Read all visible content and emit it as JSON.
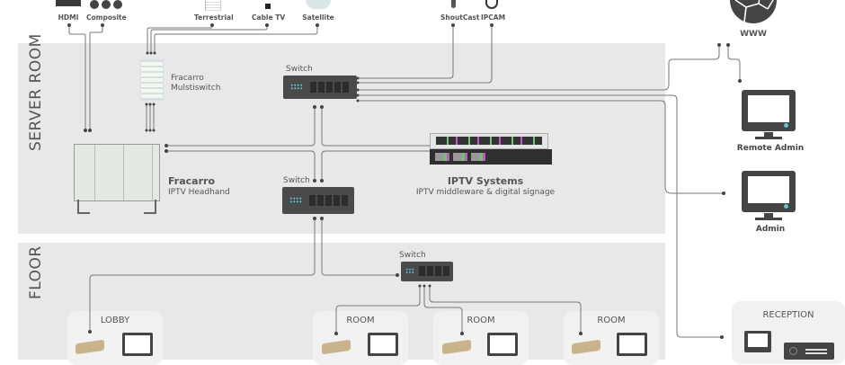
{
  "diagram": {
    "zones": {
      "server_room": "SERVER ROOM",
      "floor": "FLOOR"
    },
    "sources": {
      "hdmi": "HDMI",
      "composite": "Composite",
      "terrestrial": "Terrestrial",
      "cable_tv": "Cable TV",
      "satellite": "Satellite",
      "shoutcast": "ShoutCast",
      "ipcam": "IPCAM",
      "www": "WWW"
    },
    "devices": {
      "multiswitch": {
        "title": "Fracarro",
        "subtitle": "Mulstiswitch"
      },
      "headend": {
        "title": "Fracarro",
        "subtitle": "IPTV Headhand"
      },
      "iptv_systems": {
        "title": "IPTV Systems",
        "subtitle": "IPTV middleware & digital signage"
      },
      "switch_top": "Switch",
      "switch_mid": "Switch",
      "switch_floor": "Switch"
    },
    "clients": {
      "remote_admin": "Remote Admin",
      "admin": "Admin"
    },
    "rooms": [
      {
        "label": "LOBBY"
      },
      {
        "label": "ROOM"
      },
      {
        "label": "ROOM"
      },
      {
        "label": "ROOM"
      },
      {
        "label": "RECEPTION"
      }
    ],
    "colors": {
      "zone_bg": "#e8e8e8",
      "device_dark": "#4a4a4a",
      "led_accent": "#5fc8d0",
      "wire": "#777777",
      "stb_gold": "#c9b38a"
    }
  }
}
